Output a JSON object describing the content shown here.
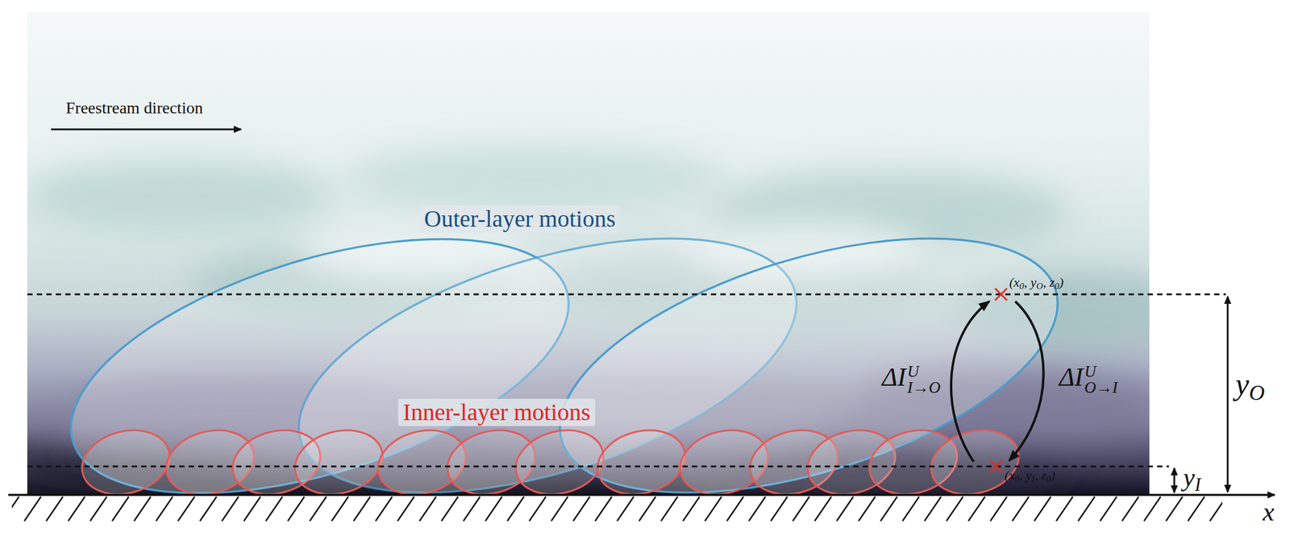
{
  "diagram": {
    "nodes": [
      {
        "text": [
          "(x0, yO, z0)"
        ]
      },
      {
        "text": [
          "(x0, yI, z0)"
        ]
      }
    ],
    "edges": [
      {
        "from": 1,
        "to": 0,
        "arrow": "to",
        "label": "ΔIUI→O"
      },
      {
        "from": 0,
        "to": 1,
        "arrow": "to",
        "label": "ΔIUO→I"
      }
    ],
    "labels": [
      "Freestream direction",
      "Outer-layer motions",
      "Inner-layer motions",
      "yO",
      "yI",
      "x"
    ]
  }
}
